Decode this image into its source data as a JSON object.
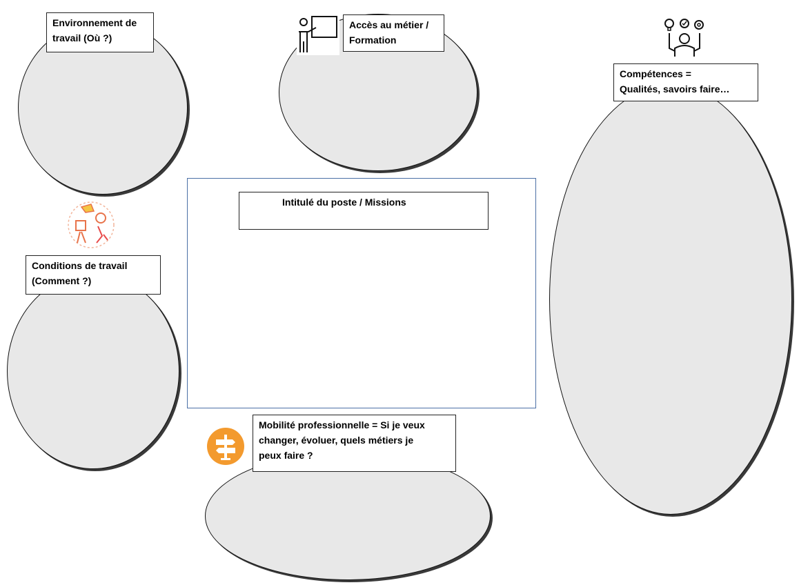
{
  "nodes": {
    "environnement": {
      "lines": [
        "Environnement de",
        "travail (Où ?)"
      ]
    },
    "acces": {
      "lines": [
        "Accès au métier /",
        "Formation"
      ]
    },
    "competences": {
      "lines": [
        "Compétences =",
        "Qualités, savoirs faire…"
      ]
    },
    "intitule": {
      "lines": [
        "Intitulé du poste / Missions"
      ]
    },
    "conditions": {
      "lines": [
        "Conditions de travail",
        "(Comment ?)"
      ]
    },
    "mobilite": {
      "lines": [
        "Mobilité professionnelle = Si je veux",
        "changer, évoluer, quels métiers je",
        "peux faire ?"
      ]
    }
  },
  "icons": {
    "acces": "teacher-board-icon",
    "competences": "skills-person-icon",
    "conditions": "work-conditions-icon",
    "mobilite": "signpost-icon"
  },
  "colors": {
    "ellipse_fill": "#e8e8e8",
    "center_border": "#4a6fa5",
    "signpost_orange": "#f39a2e",
    "conditions_icon": "#e8734a"
  }
}
